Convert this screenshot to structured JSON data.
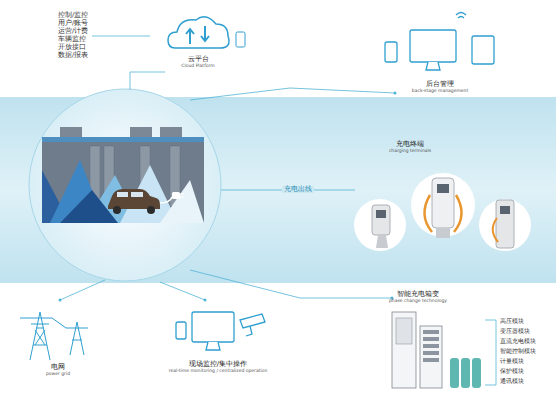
{
  "diagram": {
    "nodes": [
      {
        "text": [
          "云平台",
          "Cloud Platform"
        ]
      },
      {
        "text": [
          "后台管理",
          "back-stage management"
        ]
      },
      {
        "text": [
          "充电终端",
          "charging terminals"
        ]
      },
      {
        "text": [
          "智能充电箱变",
          "phase change technology"
        ]
      },
      {
        "text": [
          "电网",
          "power grid"
        ]
      },
      {
        "text": [
          "现场监控/集中操作",
          "real-time monitoring / centralized operation"
        ]
      }
    ],
    "labels": [
      "控制/监控",
      "用户/账号",
      "运营/计费",
      "车辆监控",
      "开放接口",
      "数据/报表",
      "充电出线",
      "高压模块",
      "变压器模块",
      "直流充电模块",
      "智能控制模块",
      "计量模块",
      "保护模块",
      "通讯模块"
    ]
  }
}
